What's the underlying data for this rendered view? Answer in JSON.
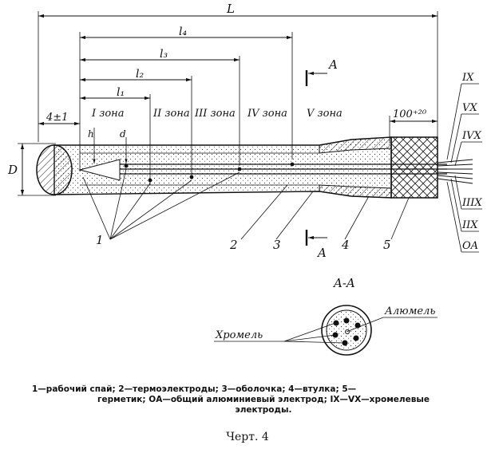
{
  "dimensions": {
    "L": "L",
    "l4": "l₄",
    "l3": "l₃",
    "l2": "l₂",
    "l1": "l₁",
    "tip": "4±1",
    "end": "100⁺²⁰",
    "D": "D",
    "h": "h",
    "d": "d"
  },
  "zones": [
    "I зона",
    "II зона",
    "III зона",
    "IV зона",
    "V зона"
  ],
  "section_mark": "A",
  "section_title": "A-A",
  "electrodes": [
    "IX",
    "VX",
    "IVX",
    "IIIX",
    "IIX",
    "OA"
  ],
  "callouts": [
    "1",
    "2",
    "3",
    "4",
    "5"
  ],
  "section_labels": {
    "chromel": "Хромель",
    "alumel": "Алюмель"
  },
  "caption": {
    "line1": "1—рабочий спай; 2—термоэлектроды; 3—оболочка; 4—втулка; 5—",
    "line2": "герметик; ОА—общий алюминиевый электрод; IX—VX—хромелевые",
    "line3": "электроды."
  },
  "figure_title": "Черт. 4"
}
